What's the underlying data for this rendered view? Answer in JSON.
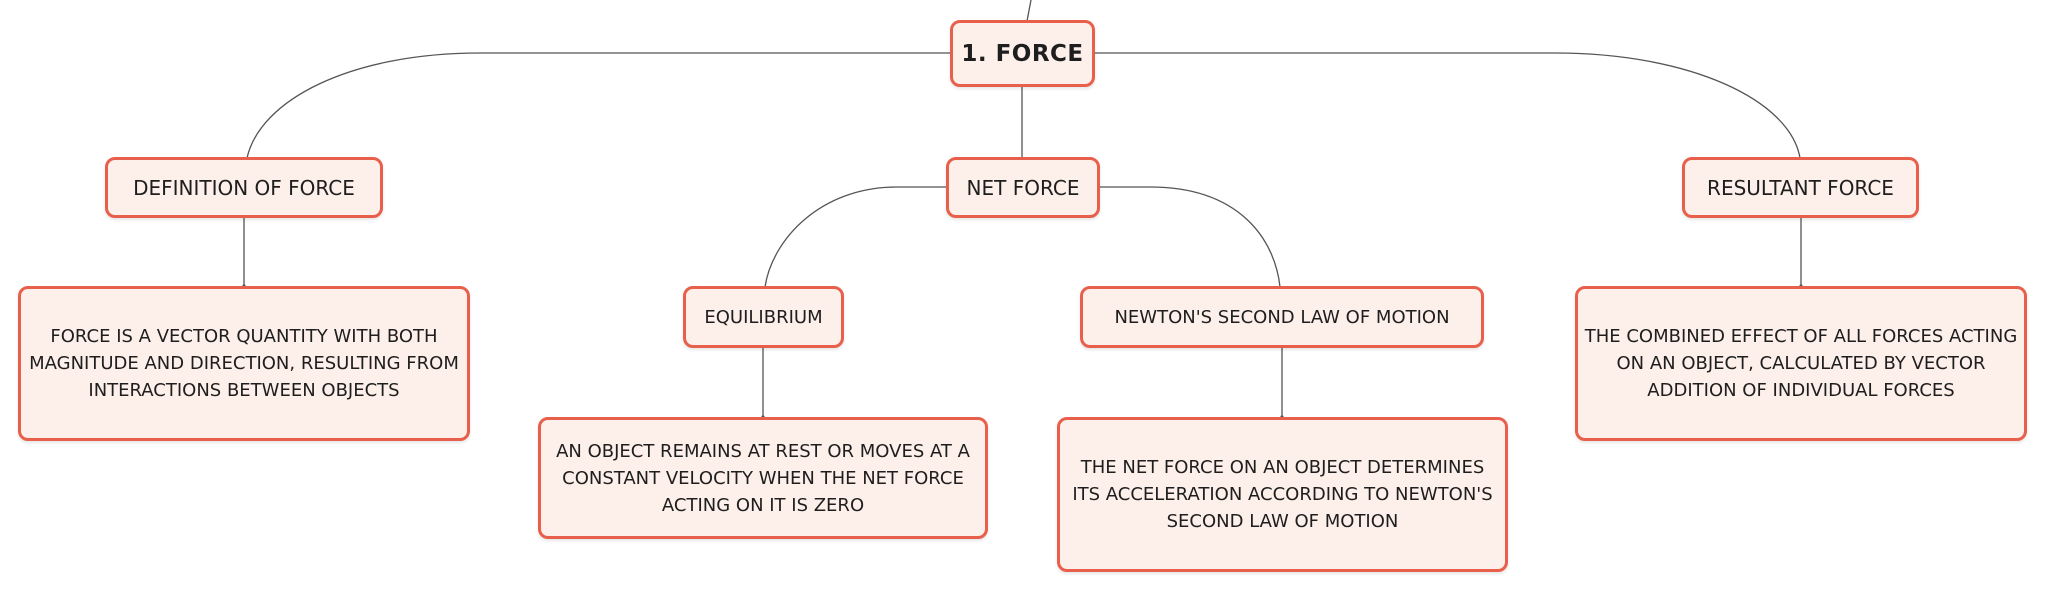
{
  "diagram": {
    "root": {
      "label": "1. FORCE"
    },
    "nodes": {
      "definition": "DEFINITION OF FORCE",
      "definition_text": "FORCE IS A VECTOR QUANTITY WITH BOTH MAGNITUDE AND DIRECTION, RESULTING FROM INTERACTIONS BETWEEN OBJECTS",
      "net_force": "NET FORCE",
      "equilibrium": "EQUILIBRIUM",
      "equilibrium_text": "AN OBJECT REMAINS AT REST OR MOVES AT A CONSTANT VELOCITY WHEN THE NET FORCE ACTING ON IT IS ZERO",
      "newton_second_law": "NEWTON'S SECOND LAW OF MOTION",
      "newton_text": "THE NET FORCE ON AN OBJECT DETERMINES ITS ACCELERATION ACCORDING TO NEWTON'S SECOND LAW OF MOTION",
      "resultant_force": "RESULTANT FORCE",
      "resultant_text": "THE COMBINED EFFECT OF ALL FORCES ACTING ON AN OBJECT, CALCULATED BY VECTOR ADDITION OF INDIVIDUAL FORCES"
    }
  },
  "colors": {
    "node_fill": "#fdefe9",
    "node_border": "#e8604c",
    "connector": "#555555",
    "text": "#1e1e1e"
  }
}
